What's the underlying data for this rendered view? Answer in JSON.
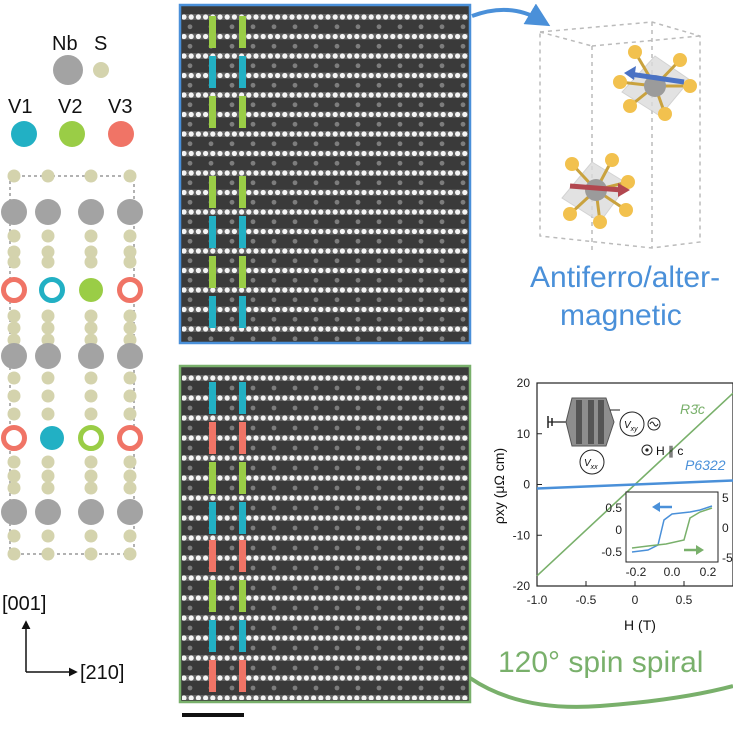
{
  "legend": {
    "nb": "Nb",
    "s": "S",
    "v1": "V1",
    "v2": "V2",
    "v3": "V3"
  },
  "directions": {
    "up": "[001]",
    "right": "[210]"
  },
  "panels": {
    "top_caption_line1": "Antiferro/alter-",
    "top_caption_line2": "magnetic",
    "bottom_caption": "120° spin spiral"
  },
  "colors": {
    "nb": "#a3a3a3",
    "s": "#d4d3ad",
    "v1": "#22b0c4",
    "v2": "#9acd46",
    "v3": "#f07466",
    "blue_accent": "#4a90d9",
    "green_accent": "#79b06b"
  },
  "stem_markers": {
    "top_sequence": [
      "V2",
      "V1",
      "V2",
      "V2",
      "V1",
      "V2",
      "V1"
    ],
    "bottom_sequence": [
      "V1",
      "V3",
      "V2",
      "V1",
      "V3",
      "V2",
      "V1",
      "V3"
    ]
  },
  "inset_circuit": {
    "vxy": "V",
    "vxy_sub": "xy",
    "vxx": "V",
    "vxx_sub": "xx",
    "field": "H ∥ c"
  },
  "chart_data": {
    "type": "line",
    "xlabel": "H (T)",
    "ylabel": "ρxy (μΩ cm)",
    "xlim": [
      -1.0,
      1.0
    ],
    "ylim": [
      -20,
      20
    ],
    "xticks": [
      "-1.0",
      "-0.5",
      "0",
      "0.5"
    ],
    "yticks": [
      "20",
      "10",
      "0",
      "-10",
      "-20"
    ],
    "series": [
      {
        "name": "R3̄c",
        "color": "#79b06b",
        "x": [
          -1.0,
          0.0,
          1.0
        ],
        "y": [
          -18,
          0,
          18
        ]
      },
      {
        "name": "P6322",
        "color": "#4a90d9",
        "x": [
          -1.0,
          0.0,
          1.0
        ],
        "y": [
          -0.8,
          0,
          0.8
        ]
      }
    ],
    "inset": {
      "xticks": [
        "-0.2",
        "0.0",
        "0.2"
      ],
      "yticks_left": [
        "0.5",
        "0",
        "-0.5"
      ],
      "yticks_right": [
        "5",
        "0",
        "-5"
      ]
    }
  }
}
